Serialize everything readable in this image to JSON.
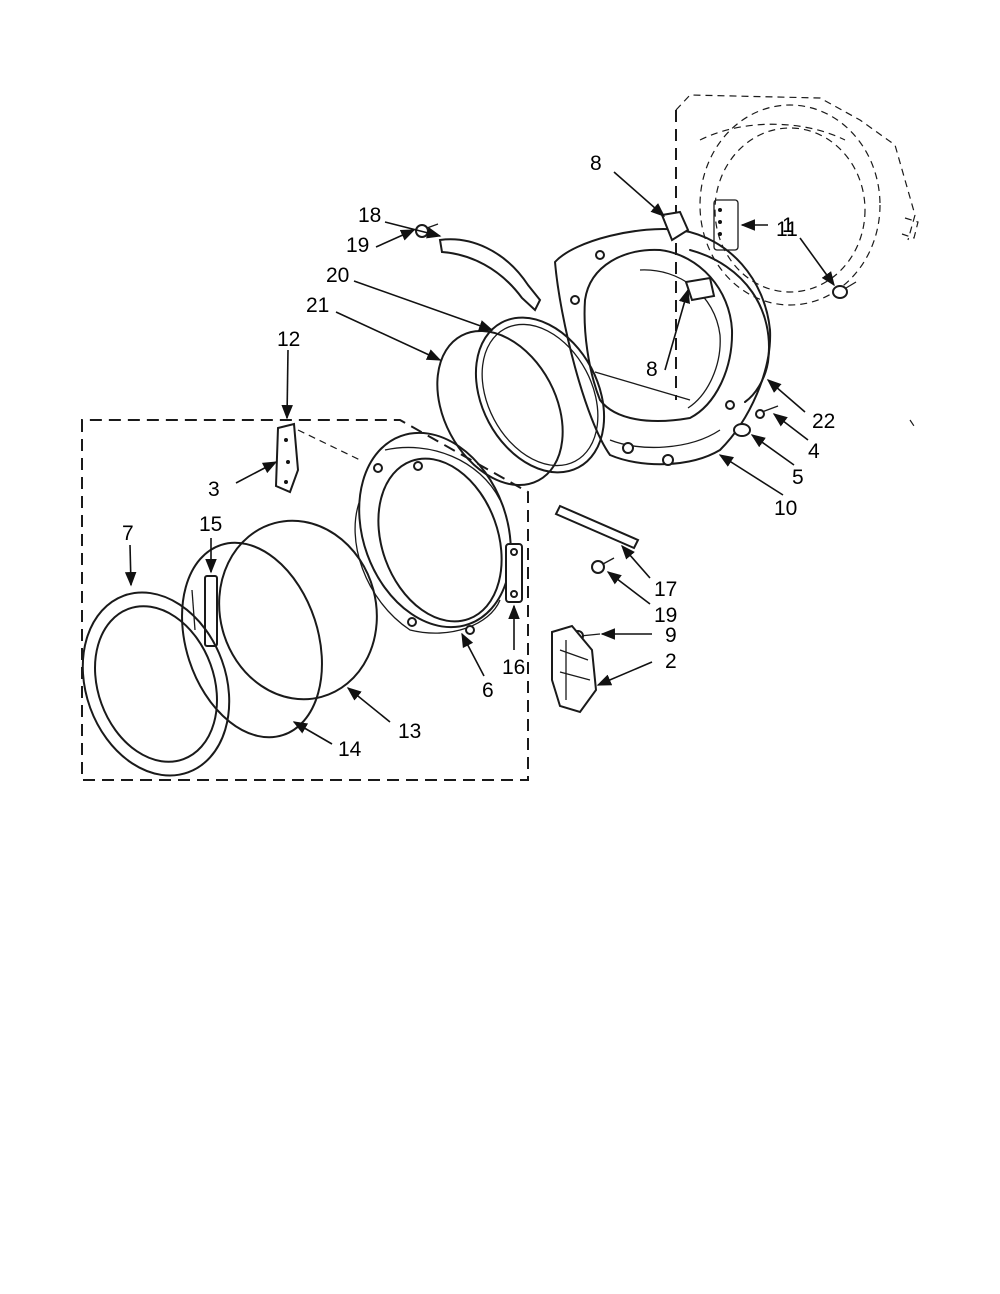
{
  "labels": {
    "p1": "1",
    "p2": "2",
    "p3": "3",
    "p4": "4",
    "p5": "5",
    "p6": "6",
    "p7": "7",
    "p8a": "8",
    "p8b": "8",
    "p9": "9",
    "p10": "10",
    "p11": "11",
    "p12": "12",
    "p13": "13",
    "p14": "14",
    "p15": "15",
    "p16": "16",
    "p17": "17",
    "p18": "18",
    "p19a": "19",
    "p19b": "19",
    "p20": "20",
    "p21": "21",
    "p22": "22"
  }
}
